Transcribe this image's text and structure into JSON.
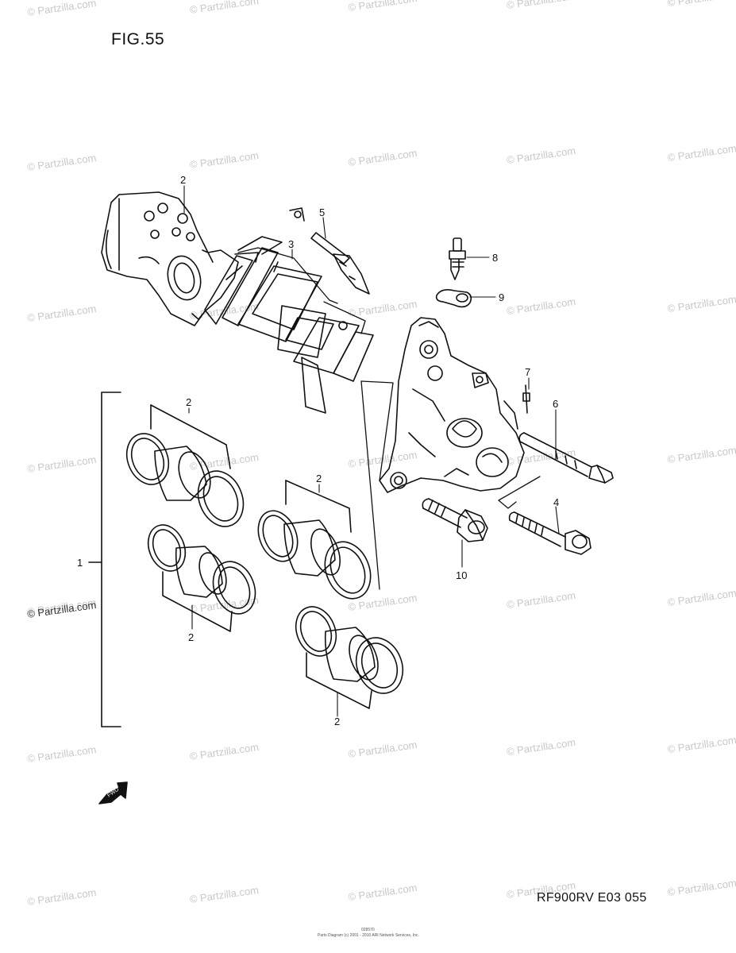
{
  "figure": {
    "title": "FIG.55",
    "footer_code": "RF900RV E03  055",
    "footer_fine_print": "Parts Diagram (c) 2001 - 2010 ARI Network Services, Inc.",
    "footer_ref": "028570",
    "watermark_text": "© Partzilla.com",
    "fwd_label": "FWD"
  },
  "callouts": [
    {
      "id": "callout-1",
      "label": "1"
    },
    {
      "id": "callout-2",
      "label": "2"
    },
    {
      "id": "callout-3",
      "label": "3"
    },
    {
      "id": "callout-4",
      "label": "4"
    },
    {
      "id": "callout-5",
      "label": "5"
    },
    {
      "id": "callout-6",
      "label": "6"
    },
    {
      "id": "callout-7",
      "label": "7"
    },
    {
      "id": "callout-8",
      "label": "8"
    },
    {
      "id": "callout-9",
      "label": "9"
    },
    {
      "id": "callout-10",
      "label": "10"
    }
  ]
}
